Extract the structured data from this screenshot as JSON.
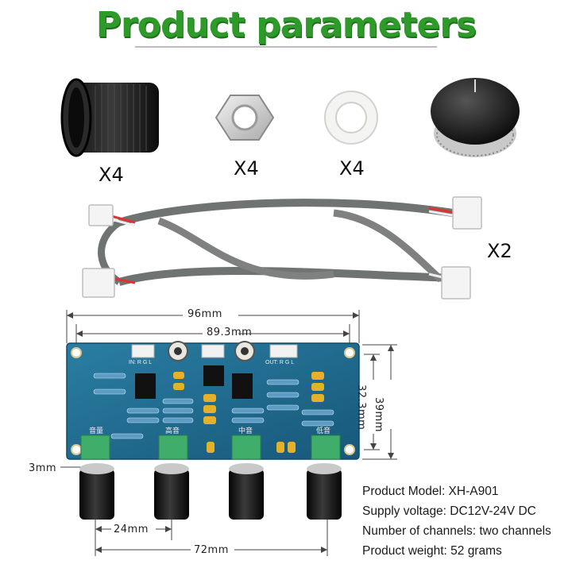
{
  "title": "Product parameters",
  "accessories": [
    {
      "name": "knob cap",
      "qty": "X4"
    },
    {
      "name": "hex nut",
      "qty": "X4"
    },
    {
      "name": "washer",
      "qty": "X4"
    },
    {
      "name": "knob",
      "qty": ""
    }
  ],
  "cable_qty": "X2",
  "dimensions": {
    "outer_width": "96mm",
    "hole_spacing": "89.3mm",
    "height": "39mm",
    "hole_height": "32.3mm",
    "edge_offset": "3mm",
    "knob_spacing": "24mm",
    "knob_span": "72mm"
  },
  "board_labels": {
    "input": "IN: R G L",
    "output": "OUT: R G L",
    "volume": "音量",
    "treble": "高音",
    "mid": "中音",
    "balance": "低音"
  },
  "specs": [
    "Product Model: XH-A901",
    "Supply voltage: DC12V-24V DC",
    "Number of channels: two channels",
    "Product weight: 52 grams"
  ],
  "colors": {
    "title_green": "#2e9a2a",
    "pcb_blue": "#1f6a8c",
    "cable_gray": "#7a7d7c"
  }
}
